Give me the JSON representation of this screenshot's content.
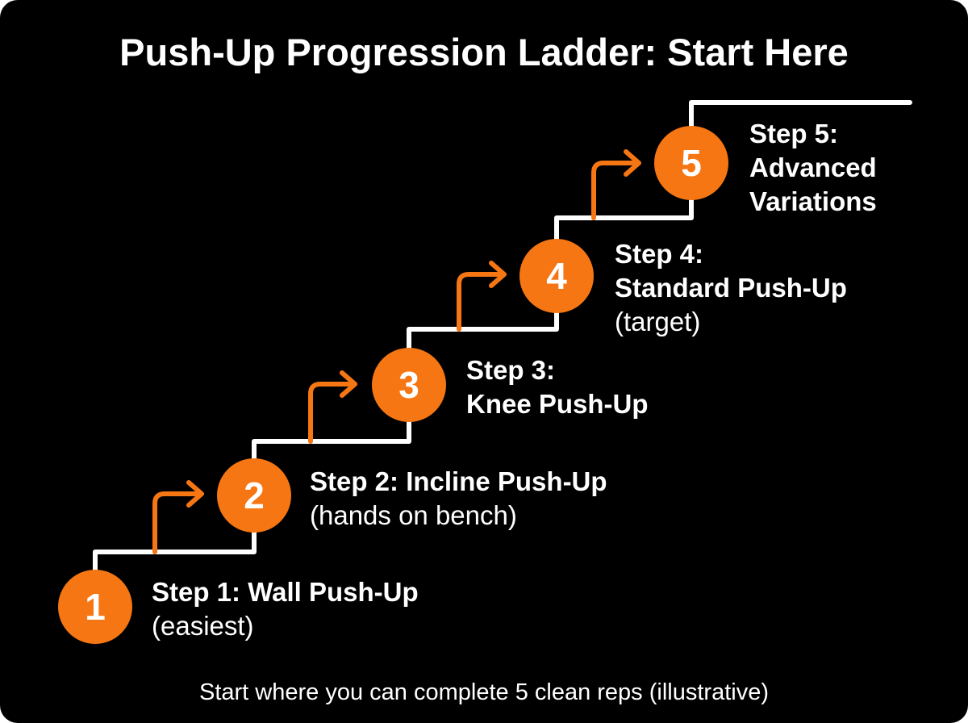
{
  "title": "Push-Up Progression Ladder: Start Here",
  "caption": "Start where you can complete 5 clean reps (illustrative)",
  "colors": {
    "background": "#000000",
    "accent": "#f57613",
    "line": "#ffffff",
    "text": "#ffffff"
  },
  "icons": {
    "step_arrow": "arrow-right-icon"
  },
  "steps": [
    {
      "number": "1",
      "lines": [
        "Step 1: Wall Push-Up"
      ],
      "note": "(easiest)"
    },
    {
      "number": "2",
      "lines": [
        "Step 2: Incline Push-Up"
      ],
      "note": "(hands on bench)"
    },
    {
      "number": "3",
      "lines": [
        "Step 3:",
        "Knee Push-Up"
      ],
      "note": ""
    },
    {
      "number": "4",
      "lines": [
        "Step 4:",
        "Standard Push-Up"
      ],
      "note": "(target)"
    },
    {
      "number": "5",
      "lines": [
        "Step 5:",
        "Advanced",
        "Variations"
      ],
      "note": ""
    }
  ]
}
